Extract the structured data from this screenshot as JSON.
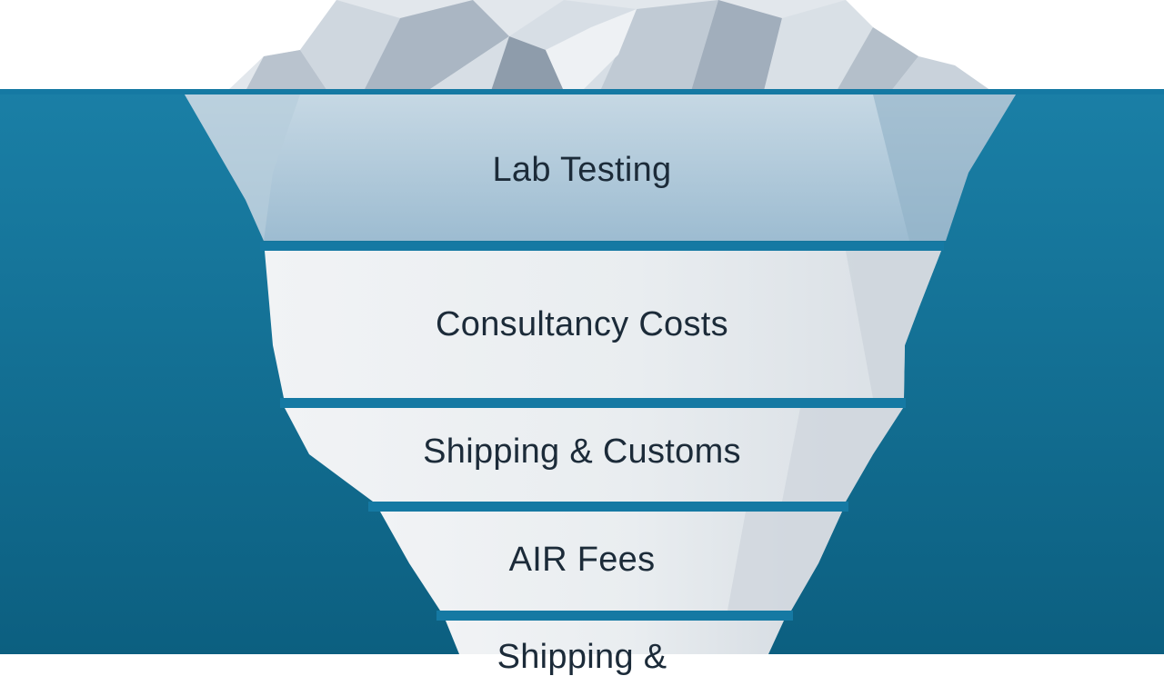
{
  "iceberg": {
    "layers": [
      {
        "label": "Lab Testing"
      },
      {
        "label": "Consultancy Costs"
      },
      {
        "label": "Shipping & Customs"
      },
      {
        "label": "AIR Fees"
      },
      {
        "label": "Shipping &"
      }
    ]
  },
  "colors": {
    "water": "#0f6e93",
    "water_dark": "#0b5a78",
    "band_top": "#a9c4d6",
    "band": "#ebeef0",
    "divider": "#1579a3",
    "ice": "#e4e9ee",
    "ice_shadow": "#9ba8b6",
    "text": "#1c2b39"
  }
}
